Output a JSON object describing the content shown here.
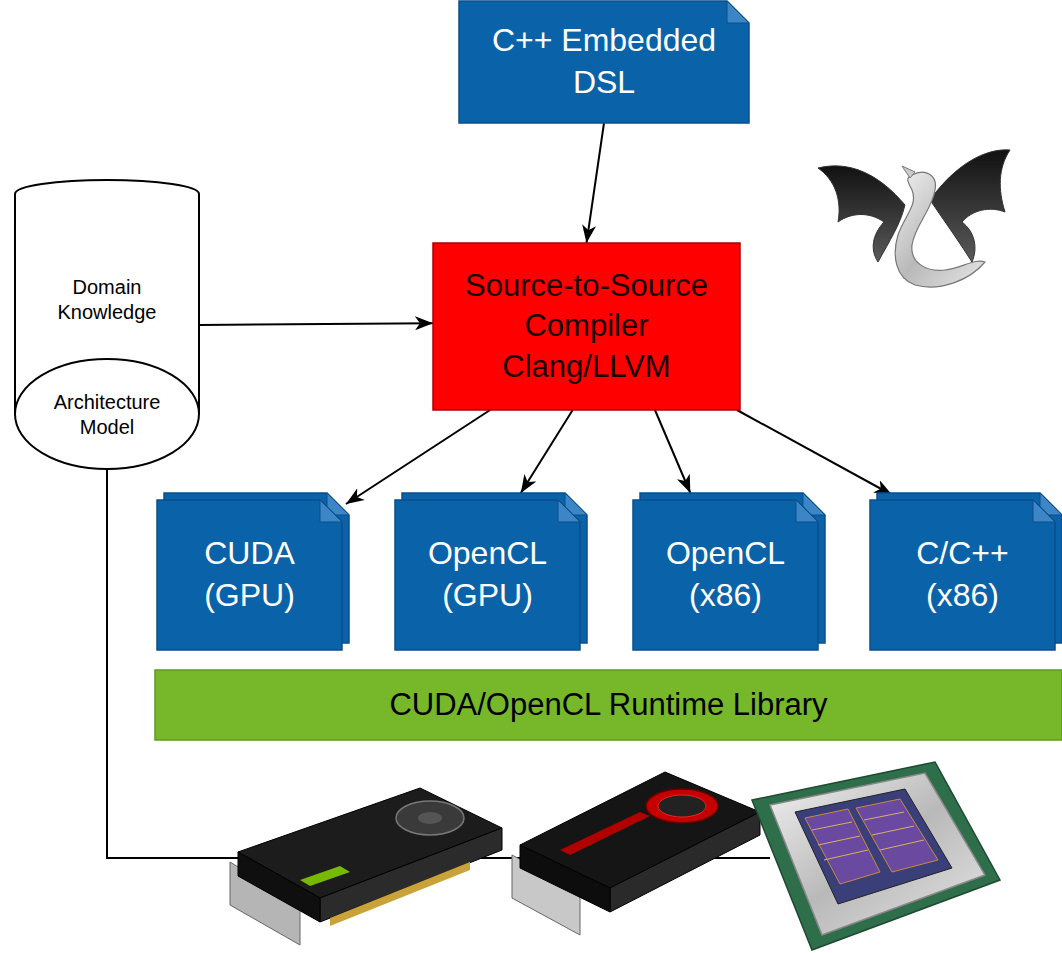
{
  "diagram": {
    "nodes": [
      {
        "text": [
          "C++ Embedded DSL"
        ]
      },
      {
        "text": [
          "Domain Knowledge",
          "Architecture Model"
        ]
      },
      {
        "text": [
          "Source-to-Source Compiler Clang/LLVM"
        ]
      },
      {
        "text": [
          "CUDA (GPU)"
        ]
      },
      {
        "text": [
          "OpenCL (GPU)"
        ]
      },
      {
        "text": [
          "OpenCL (x86)"
        ]
      },
      {
        "text": [
          "C/C++ (x86)"
        ]
      },
      {
        "text": [
          "CUDA/OpenCL Runtime Library"
        ]
      }
    ],
    "edges": [
      {
        "from": 0,
        "to": 2,
        "arrow": "to"
      },
      {
        "from": 1,
        "to": 2,
        "arrow": "to"
      },
      {
        "from": 2,
        "to": 3,
        "arrow": "to"
      },
      {
        "from": 2,
        "to": 4,
        "arrow": "to"
      },
      {
        "from": 2,
        "to": 5,
        "arrow": "to"
      },
      {
        "from": 2,
        "to": 6,
        "arrow": "to"
      }
    ]
  }
}
